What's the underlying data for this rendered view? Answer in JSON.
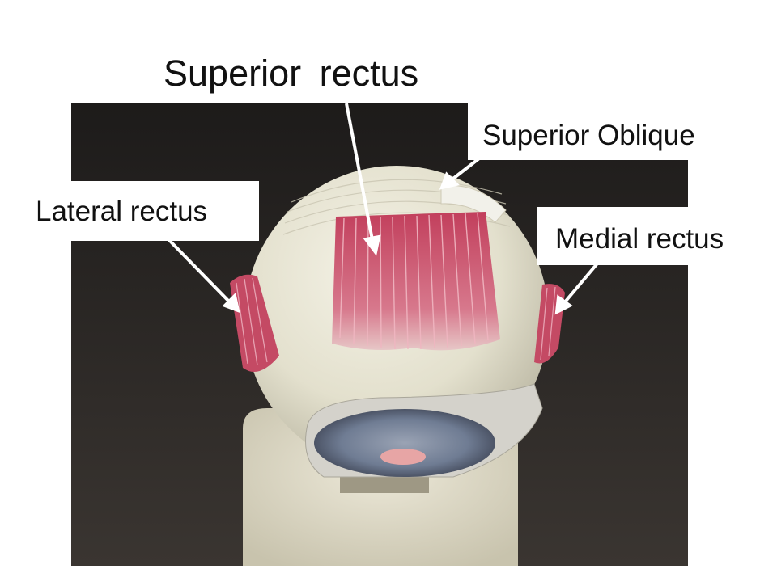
{
  "labels": {
    "superior_rectus": "Superior rectus",
    "superior_oblique": "Superior Oblique",
    "lateral_rectus": "Lateral rectus",
    "medial_rectus": "Medial rectus"
  },
  "colors": {
    "background": "#2b2826",
    "sclera": "#e6e3d2",
    "muscle": "#c44a64",
    "iris": "#6f7c93",
    "arrow": "#ffffff",
    "text": "#111111"
  }
}
